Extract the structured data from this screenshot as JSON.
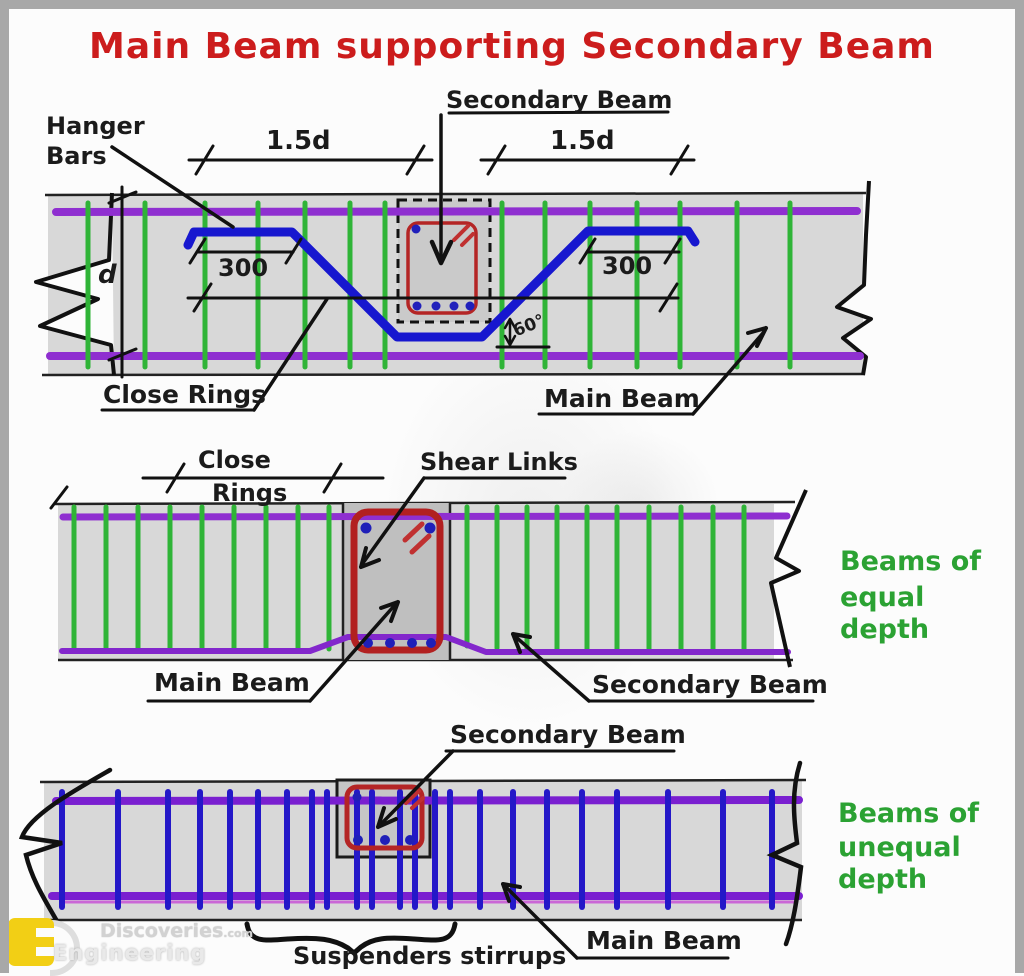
{
  "title": "Main Beam supporting Secondary Beam",
  "diagram1": {
    "secondary_beam_label": "Secondary Beam",
    "hanger_bars_label_line1": "Hanger",
    "hanger_bars_label_line2": "Bars",
    "dim_left": "1.5d",
    "dim_right": "1.5d",
    "spacing_left": "300",
    "spacing_right": "300",
    "depth_label": "d",
    "angle_label": "60°",
    "close_rings_label": "Close Rings",
    "main_beam_label": "Main Beam"
  },
  "diagram2": {
    "close_rings_label_line1": "Close",
    "close_rings_label_line2": "Rings",
    "shear_links_label": "Shear Links",
    "main_beam_label": "Main Beam",
    "secondary_beam_label": "Secondary Beam",
    "note_line1": "Beams of",
    "note_line2": "equal",
    "note_line3": "depth"
  },
  "diagram3": {
    "secondary_beam_label": "Secondary Beam",
    "suspenders_label": "Suspenders stirrups",
    "main_beam_label": "Main Beam",
    "note_line1": "Beams of",
    "note_line2": "unequal",
    "note_line3": "depth"
  },
  "watermark": {
    "brand": "Discoveries",
    "brand_suffix": ".com",
    "subtitle": "Engineering"
  },
  "colors": {
    "title_red": "#cc1c1c",
    "rebar_purple": "#8f2fd0",
    "stirrup_green": "#2fb437",
    "hanger_blue": "#1717cf",
    "stirrup_blue": "#2418c8",
    "link_red": "#b42525",
    "note_green": "#2ba233",
    "beam_gray": "#d8d8d8",
    "column_gray": "#bfbfbf",
    "frame_gray": "#a8a8a8"
  }
}
